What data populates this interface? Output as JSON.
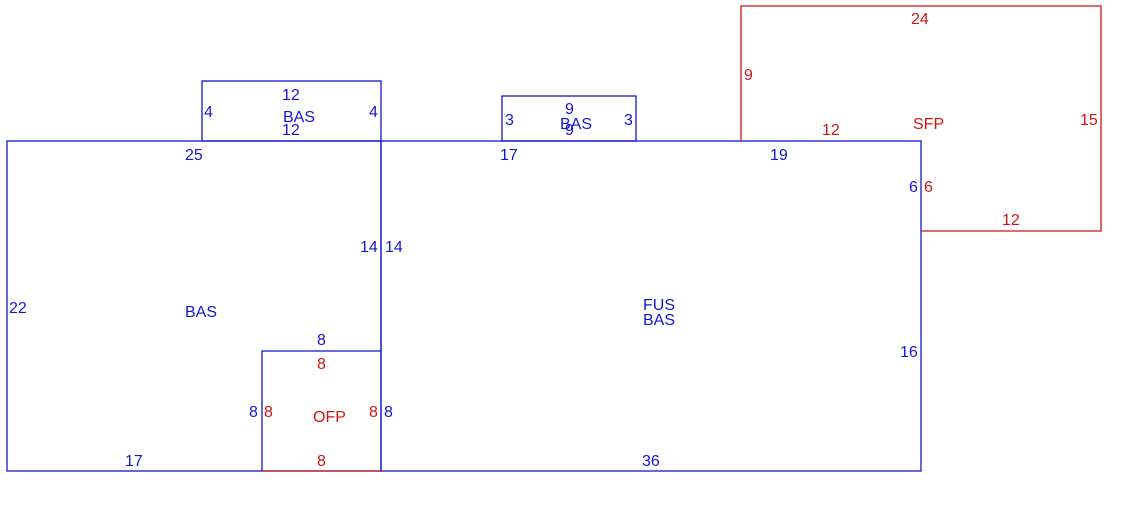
{
  "colors": {
    "blue": "#1515d0",
    "red": "#d01515",
    "background": "#ffffff"
  },
  "areas": {
    "bas_left": "BAS",
    "bas_top_left": "BAS",
    "bas_top_mid": "BAS",
    "fus": "FUS",
    "bas_main": "BAS",
    "ofp": "OFP",
    "sfp": "SFP"
  },
  "dims": {
    "bas_left_top": "25",
    "bas_left_left": "22",
    "bas_left_bottom": "17",
    "bas_left_right_upper": "14",
    "bas_main_left_upper": "14",
    "bas_top_left_top": "12",
    "bas_top_left_bottom": "12",
    "bas_top_left_left": "4",
    "bas_top_left_right": "4",
    "bas_top_mid_top": "9",
    "bas_top_mid_bottom": "9",
    "bas_top_mid_left": "3",
    "bas_top_mid_right": "3",
    "bas_main_top_a": "17",
    "bas_main_top_b": "19",
    "bas_main_right_upper": "6",
    "bas_main_right_lower": "16",
    "bas_main_bottom": "36",
    "ofp_top_blue": "8",
    "ofp_top_red": "8",
    "ofp_left_blue": "8",
    "ofp_left_red": "8",
    "ofp_right_red": "8",
    "ofp_right_blue": "8",
    "ofp_bottom": "8",
    "sfp_top": "24",
    "sfp_left": "9",
    "sfp_right": "15",
    "sfp_bottom": "12",
    "sfp_inner_bottom": "12",
    "sfp_inner_left": "6"
  }
}
